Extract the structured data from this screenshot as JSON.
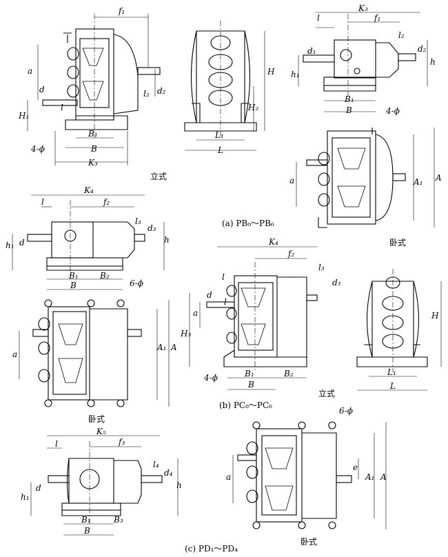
{
  "captions": {
    "a": "(a) PB₀～PB₆",
    "b": "(b) PC₀～PC₆",
    "c": "(c) PD₁～PD₄"
  },
  "mount_labels": {
    "vertical": "立式",
    "horizontal": "卧式"
  },
  "dims": {
    "f1": "f₁",
    "f2": "f₂",
    "f3": "f₃",
    "K3": "K₃",
    "K4": "K₄",
    "K5": "K₅",
    "a": "a",
    "d": "d",
    "d1": "d₁",
    "d2": "d₂",
    "d3": "d₃",
    "d4": "d₄",
    "H": "H",
    "H1": "H₁",
    "H2": "H₂",
    "H3": "H₃",
    "h": "h",
    "h1": "h₁",
    "l": "l",
    "l2": "l₂",
    "l3": "l₃",
    "l4": "l₄",
    "B": "B",
    "B1": "B₁",
    "B2": "B₂",
    "B3": "B₃",
    "L": "L",
    "L1": "L₁",
    "A": "A",
    "A1": "A₁",
    "e": "e",
    "hole4": "4-ϕ",
    "hole6": "6-ϕ"
  }
}
